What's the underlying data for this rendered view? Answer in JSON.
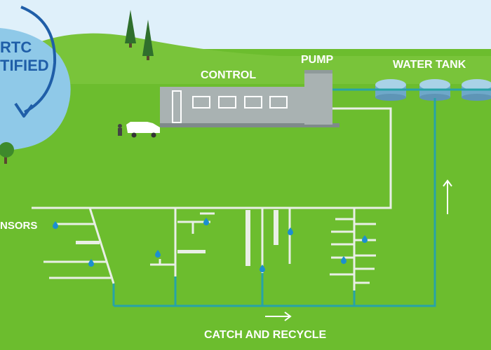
{
  "labels": {
    "control": "CONTROL",
    "pump": "PUMP",
    "water_tank": "WATER TANK",
    "sensors": "NSORS",
    "catch_recycle": "CATCH AND RECYCLE"
  },
  "badge": {
    "line1": "RTC",
    "line2": "TIFIED"
  },
  "icons": {
    "flow_up": "arrow-up-icon",
    "flow_right": "arrow-right-icon",
    "badge_arrow": "curved-arrow-icon",
    "sensor": "water-drop-icon"
  },
  "colors": {
    "sky": "#dff0fa",
    "grass": "#6cbd2e",
    "hill": "#79c43a",
    "lake": "#8fc9e8",
    "badge_blue": "#1f5ea8",
    "pipe_white": "#e9efe6",
    "pipe_teal": "#27a3a8",
    "building": "#a9b2b2",
    "drop": "#1c8fd0"
  }
}
